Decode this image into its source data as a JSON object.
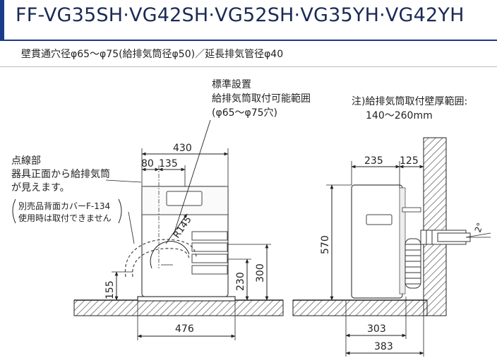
{
  "header": {
    "model_title": "FF-VG35SH·VG42SH·VG52SH·VG35YH·VG42YH",
    "spec_line": "壁貫通穴径φ65～φ75(給排気筒径φ50)／延長排気管径φ40"
  },
  "notes": {
    "standard_line1": "標準設置",
    "standard_line2": "給排気筒取付可能範囲",
    "standard_line3": "(φ65～φ75穴)",
    "dotted_line1": "点線部",
    "dotted_line2": "器具正面から給排気筒",
    "dotted_line3": "が見えます。",
    "cover_line1": "別売品背面カバーF-134",
    "cover_line2": "使用時は取付できません",
    "wall_note_line1": "注)給排気筒取付壁厚範囲:",
    "wall_note_line2": "140～260mm"
  },
  "dimensions": {
    "front_width": "430",
    "front_offset_80": "80",
    "front_offset_135": "135",
    "radius": "R145",
    "height_155": "155",
    "height_230": "230",
    "height_300": "300",
    "base_width": "476",
    "side_depth": "235",
    "side_gap": "125",
    "side_height": "570",
    "side_bottom_303": "303",
    "side_bottom_383": "383",
    "angle": "2°"
  },
  "colors": {
    "accent": "#1a3a8a",
    "line": "#222222",
    "hatch": "#555555"
  }
}
